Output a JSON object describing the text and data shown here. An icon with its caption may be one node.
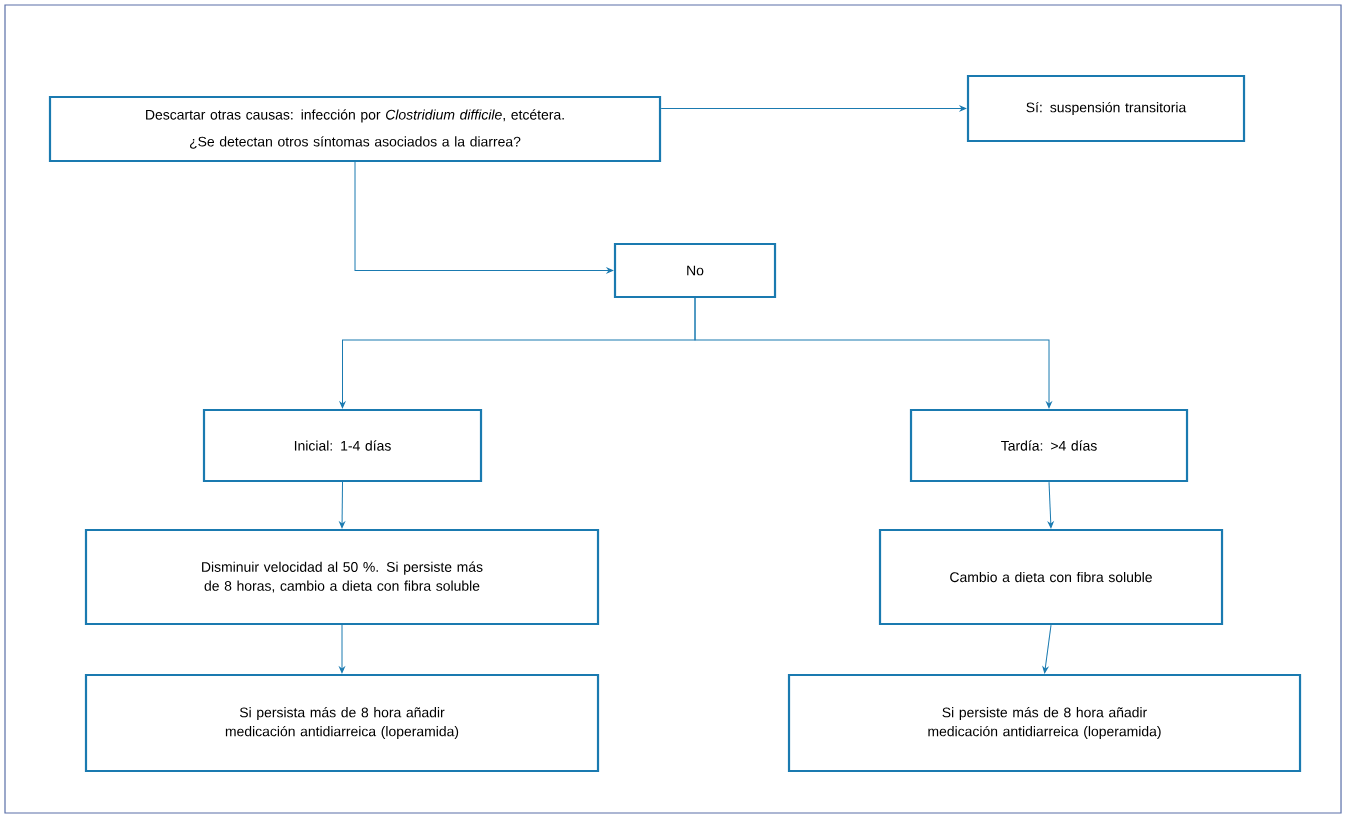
{
  "diagram": {
    "nodes": [
      {
        "text": [
          "Descartar otras causas: infección por *Clostridium difficile*, etcétera.",
          "¿Se detectan otros síntomas asociados a la diarrea?"
        ]
      },
      {
        "text": [
          "Sí: suspensión transitoria"
        ]
      },
      {
        "text": [
          "No"
        ]
      },
      {
        "text": [
          "Inicial: 1-4 días"
        ]
      },
      {
        "text": [
          "Tardía: >4 días"
        ]
      },
      {
        "text": [
          "Disminuir velocidad al 50 %. Si persiste más de 8 horas, cambio a dieta con fibra soluble"
        ]
      },
      {
        "text": [
          "Cambio a dieta con fibra soluble"
        ]
      },
      {
        "text": [
          "Si persista más de 8 hora añadir medicación antidiarreica (loperamida)"
        ]
      },
      {
        "text": [
          "Si persiste más de 8 hora añadir medicación antidiarreica (loperamida)"
        ]
      }
    ],
    "edges": [
      {
        "from": 0,
        "to": 1,
        "arrow": "to"
      },
      {
        "from": 0,
        "to": 2,
        "arrow": "to"
      },
      {
        "from": 2,
        "to": 3,
        "arrow": "to"
      },
      {
        "from": 2,
        "to": 4,
        "arrow": "to"
      },
      {
        "from": 3,
        "to": 5,
        "arrow": "to"
      },
      {
        "from": 4,
        "to": 6,
        "arrow": "to"
      },
      {
        "from": 5,
        "to": 7,
        "arrow": "to"
      },
      {
        "from": 6,
        "to": 8,
        "arrow": "to"
      }
    ]
  }
}
